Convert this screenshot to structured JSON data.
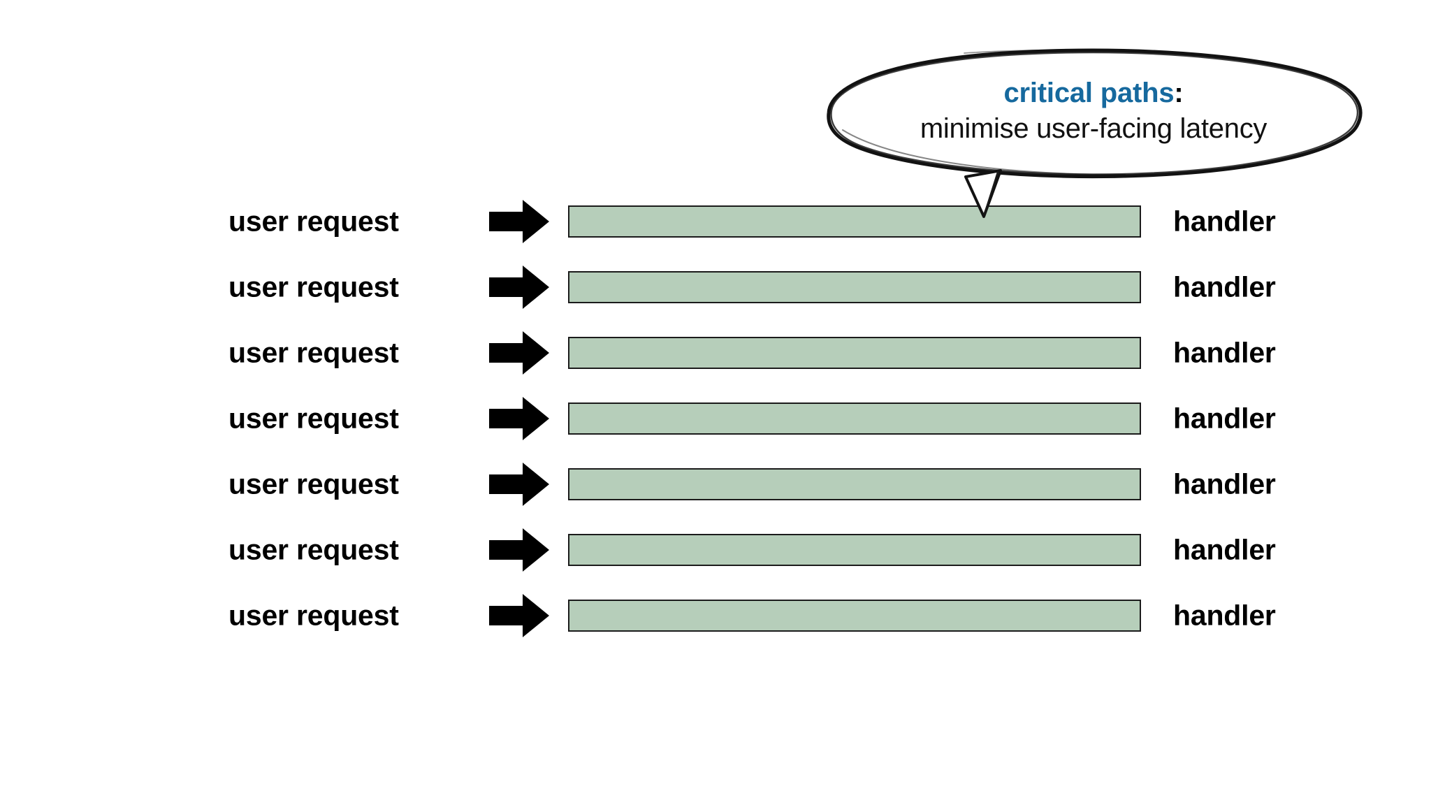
{
  "slide": {
    "background_color": "#ffffff",
    "bar_fill_color": "#b6ceba",
    "bar_border_color": "#1b1b1b",
    "arrow_color": "#000000",
    "accent_blue": "#16699e"
  },
  "rows": [
    {
      "left_label": "user request",
      "arrow": "right-arrow",
      "bar": "handler-bar",
      "right_label": "handler"
    },
    {
      "left_label": "user request",
      "arrow": "right-arrow",
      "bar": "handler-bar",
      "right_label": "handler"
    },
    {
      "left_label": "user request",
      "arrow": "right-arrow",
      "bar": "handler-bar",
      "right_label": "handler"
    },
    {
      "left_label": "user request",
      "arrow": "right-arrow",
      "bar": "handler-bar",
      "right_label": "handler"
    },
    {
      "left_label": "user request",
      "arrow": "right-arrow",
      "bar": "handler-bar",
      "right_label": "handler"
    },
    {
      "left_label": "user request",
      "arrow": "right-arrow",
      "bar": "handler-bar",
      "right_label": "handler"
    },
    {
      "left_label": "user request",
      "arrow": "right-arrow",
      "bar": "handler-bar",
      "right_label": "handler"
    }
  ],
  "callout": {
    "title": "critical paths",
    "colon": ":",
    "description": "minimise user-facing latency",
    "shape": "hand-drawn-ellipse",
    "points_to_row_index": 0
  }
}
